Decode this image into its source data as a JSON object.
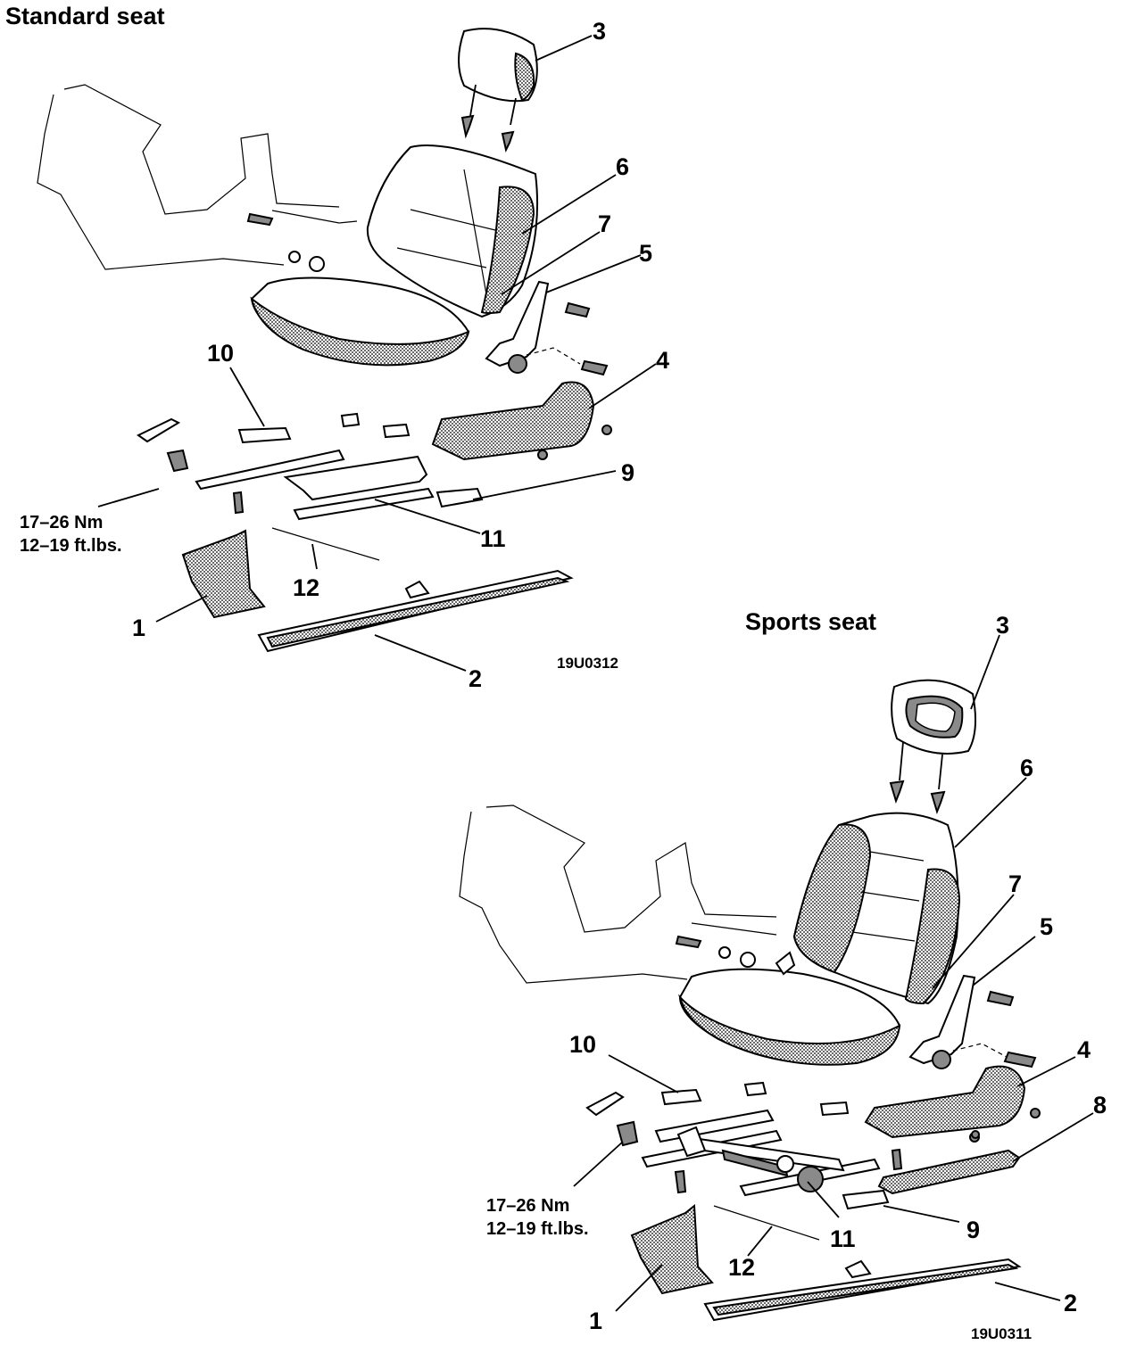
{
  "standard": {
    "title": "Standard seat",
    "figure_code": "19U0312",
    "torque_nm": "17–26 Nm",
    "torque_ftlbs": "12–19 ft.lbs.",
    "callouts": [
      "1",
      "2",
      "3",
      "4",
      "5",
      "6",
      "7",
      "9",
      "10",
      "11",
      "12"
    ]
  },
  "sports": {
    "title": "Sports seat",
    "figure_code": "19U0311",
    "torque_nm": "17–26 Nm",
    "torque_ftlbs": "12–19 ft.lbs.",
    "callouts": [
      "1",
      "2",
      "3",
      "4",
      "5",
      "6",
      "7",
      "8",
      "9",
      "10",
      "11",
      "12"
    ]
  }
}
